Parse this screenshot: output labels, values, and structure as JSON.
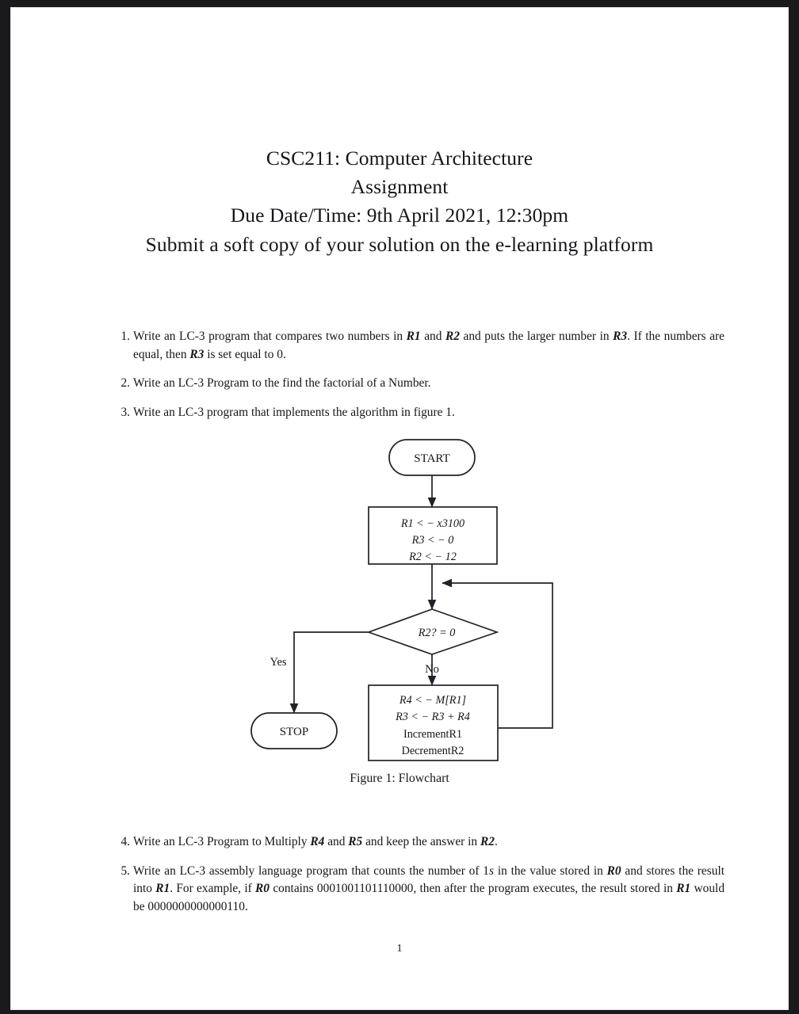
{
  "document": {
    "page_number": "1",
    "title_lines": [
      "CSC211: Computer Architecture",
      "Assignment",
      "Due Date/Time: 9th April 2021, 12:30pm",
      "Submit a soft copy of your solution on the e-learning platform"
    ]
  },
  "questions_top": [
    {
      "number": "1.",
      "segments": [
        {
          "t": "Write an LC-3 program that compares two numbers in ",
          "s": "plain"
        },
        {
          "t": "R1",
          "s": "reg"
        },
        {
          "t": " and ",
          "s": "plain"
        },
        {
          "t": "R2",
          "s": "reg"
        },
        {
          "t": " and puts the larger number in ",
          "s": "plain"
        },
        {
          "t": "R3",
          "s": "reg"
        },
        {
          "t": ". If the numbers are equal, then ",
          "s": "plain"
        },
        {
          "t": "R3",
          "s": "reg"
        },
        {
          "t": " is set equal to 0.",
          "s": "plain"
        }
      ]
    },
    {
      "number": "2.",
      "segments": [
        {
          "t": "Write an LC-3 Program to the find the factorial of a Number.",
          "s": "plain"
        }
      ]
    },
    {
      "number": "3.",
      "segments": [
        {
          "t": "Write an LC-3 program that implements the algorithm in figure 1.",
          "s": "plain"
        }
      ]
    }
  ],
  "questions_bottom": [
    {
      "number": "4.",
      "segments": [
        {
          "t": "Write an LC-3 Program to Multiply ",
          "s": "plain"
        },
        {
          "t": "R4",
          "s": "reg"
        },
        {
          "t": " and ",
          "s": "plain"
        },
        {
          "t": "R5",
          "s": "reg"
        },
        {
          "t": " and keep the answer in ",
          "s": "plain"
        },
        {
          "t": "R2",
          "s": "reg"
        },
        {
          "t": ".",
          "s": "plain"
        }
      ]
    },
    {
      "number": "5.",
      "segments": [
        {
          "t": "Write an LC-3 assembly language program that counts the number of 1",
          "s": "plain"
        },
        {
          "t": "s",
          "s": "it"
        },
        {
          "t": " in the value stored in ",
          "s": "plain"
        },
        {
          "t": "R0",
          "s": "reg"
        },
        {
          "t": " and stores the result into ",
          "s": "plain"
        },
        {
          "t": "R1",
          "s": "reg"
        },
        {
          "t": ". For example, if ",
          "s": "plain"
        },
        {
          "t": "R0",
          "s": "reg"
        },
        {
          "t": " contains ",
          "s": "plain"
        },
        {
          "t": "0001001101110000",
          "s": "bin"
        },
        {
          "t": ", then after the program executes, the result stored in ",
          "s": "plain"
        },
        {
          "t": "R1",
          "s": "reg"
        },
        {
          "t": " would be ",
          "s": "plain"
        },
        {
          "t": "0000000000000110",
          "s": "bin"
        },
        {
          "t": ".",
          "s": "plain"
        }
      ]
    }
  ],
  "figure": {
    "caption": "Figure 1:  Flowchart",
    "nodes": {
      "start": "START",
      "stop": "STOP",
      "init_lines": [
        "R1 < − x3100",
        "R3 < − 0",
        "R2 < − 12"
      ],
      "decision": "R2? = 0",
      "process_lines": [
        "R4 < − M[R1]",
        "R3 < − R3 + R4",
        "IncrementR1",
        "DecrementR2"
      ]
    },
    "branch_labels": {
      "yes": "Yes",
      "no": "No"
    }
  },
  "colors": {
    "page_background": "#ffffff",
    "viewport_background": "#1a1a1c",
    "ink": "#16161a",
    "stroke": "#222228"
  }
}
